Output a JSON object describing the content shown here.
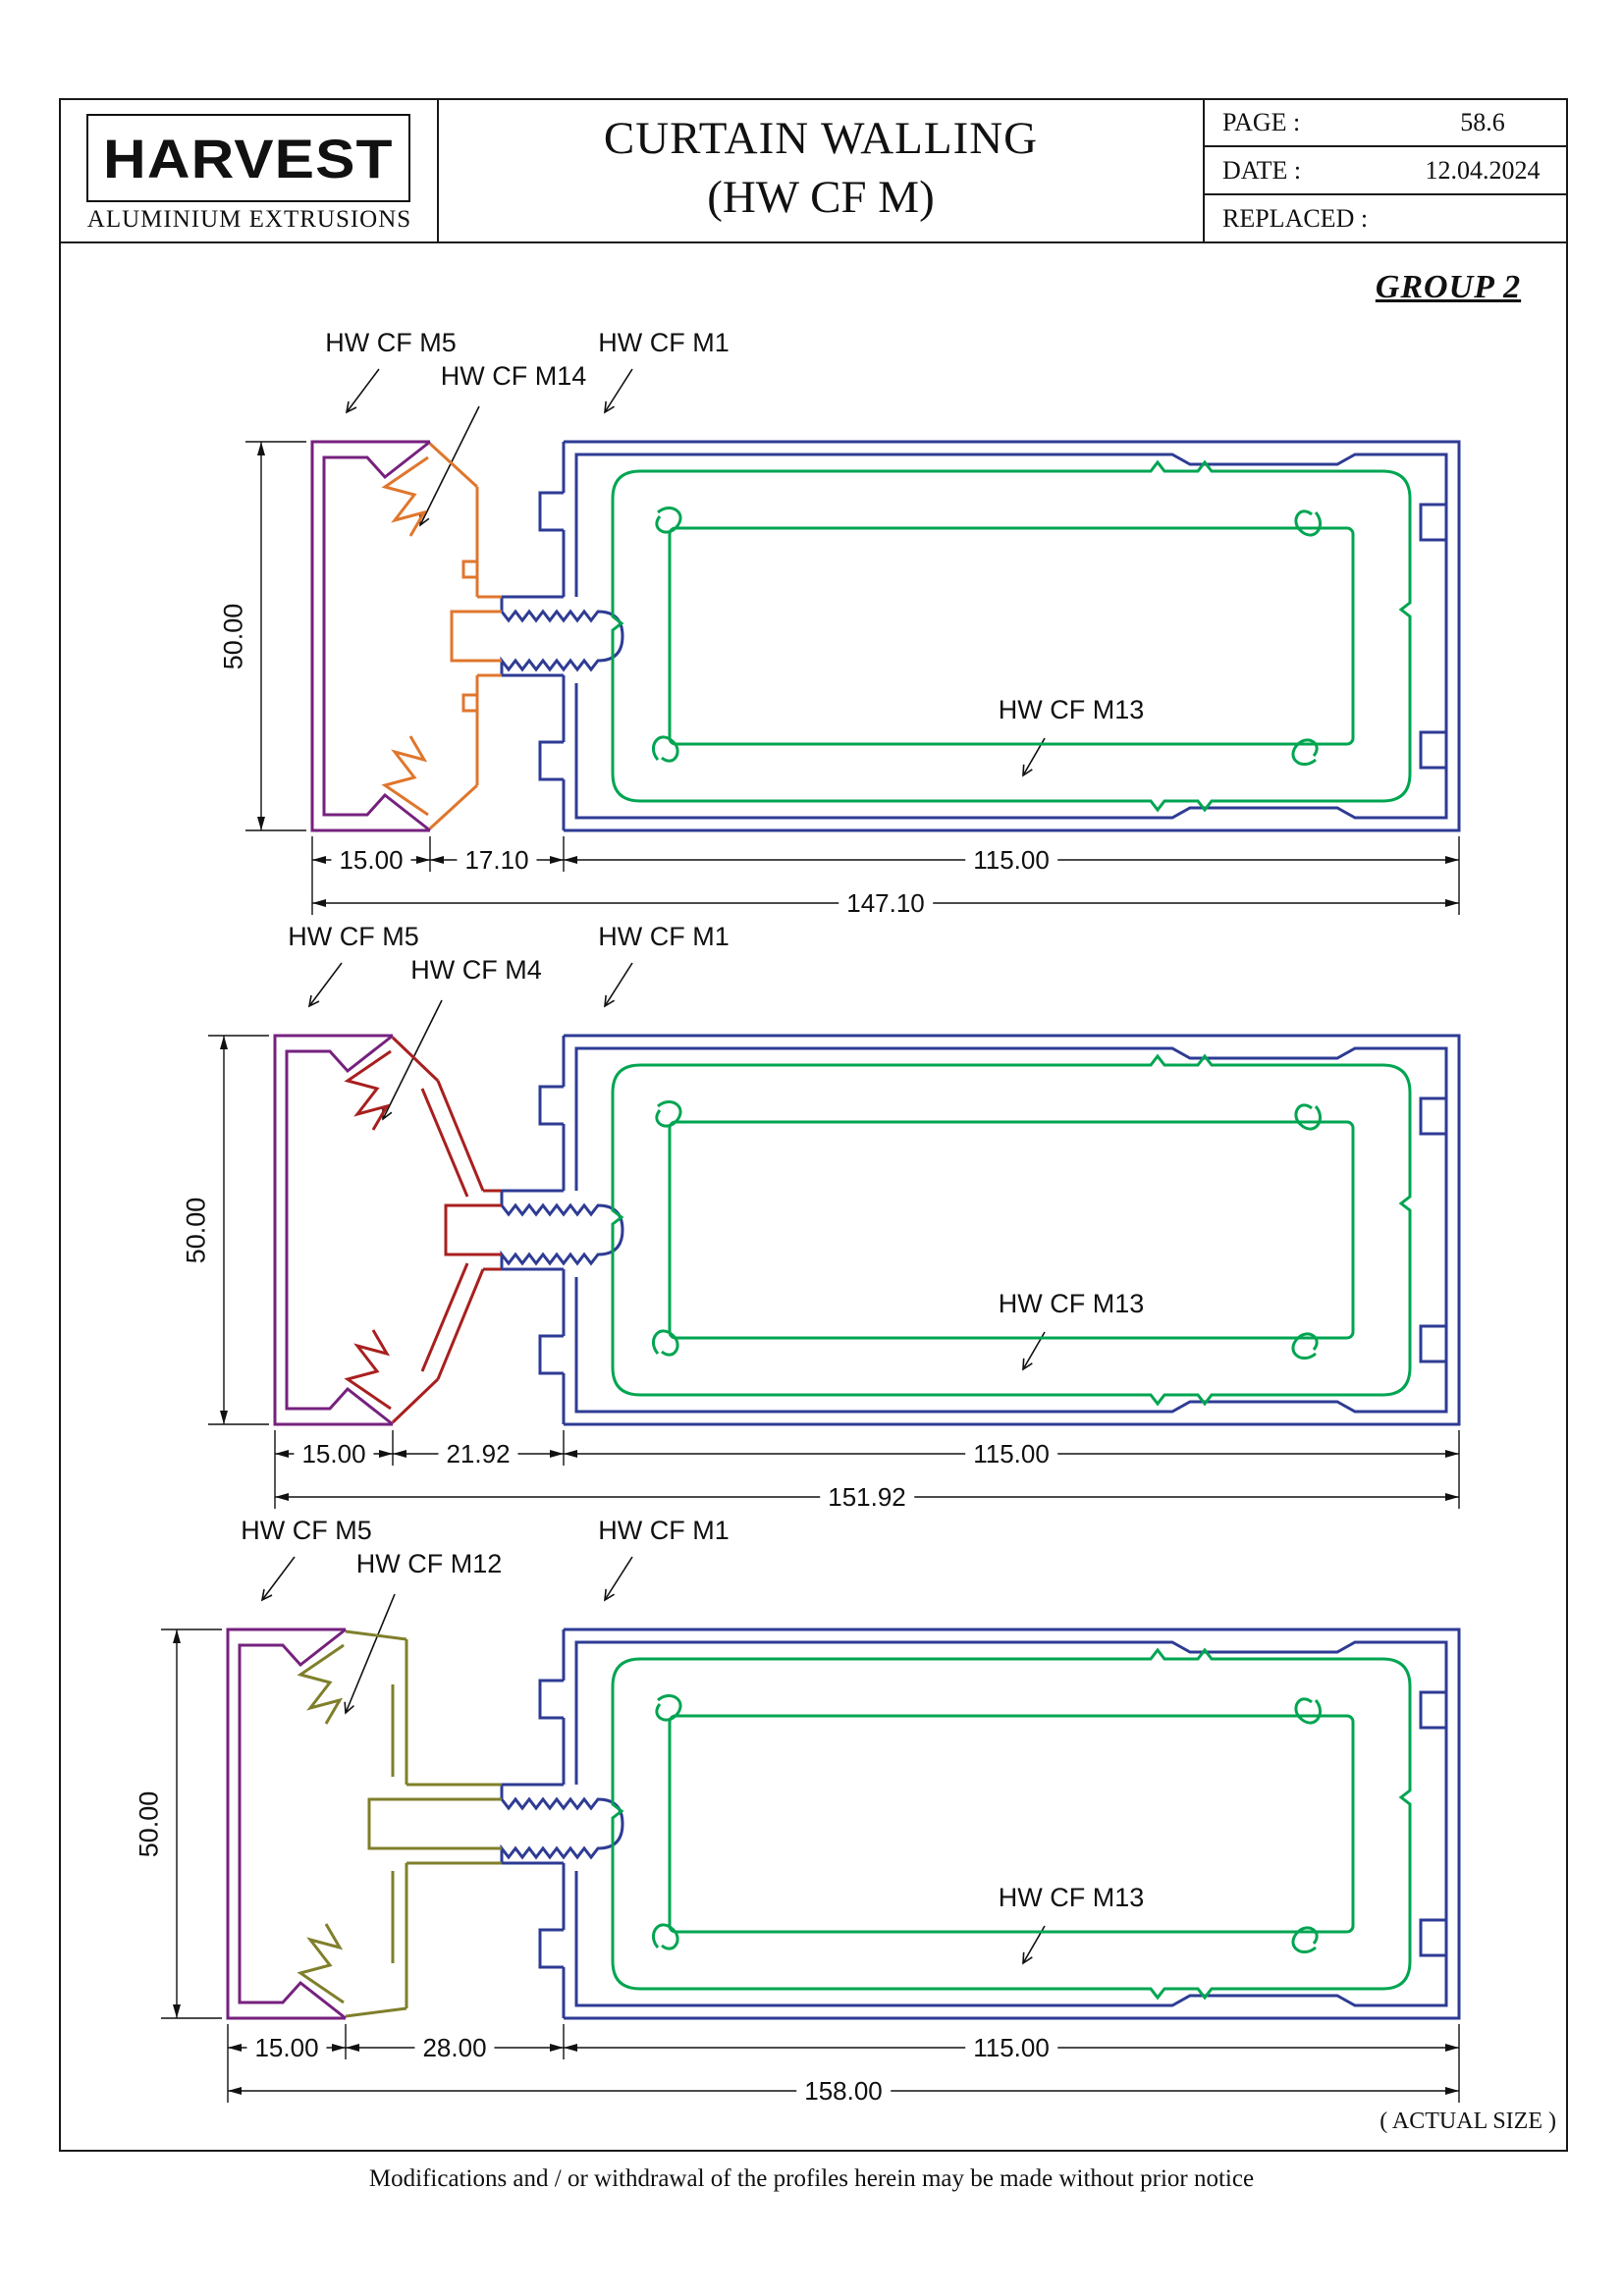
{
  "header": {
    "logo": {
      "brand": "HARVEST",
      "subtitle": "ALUMINIUM EXTRUSIONS"
    },
    "title_line1": "CURTAIN WALLING",
    "title_line2": "(HW CF M)",
    "info": {
      "page_label": "PAGE :",
      "page_value": "58.6",
      "date_label": "DATE :",
      "date_value": "12.04.2024",
      "replaced_label": "REPLACED :",
      "replaced_value": ""
    }
  },
  "group_label": "GROUP 2",
  "diagrams": [
    {
      "labels": {
        "m5": "HW CF M5",
        "mid": "HW CF M14",
        "m1": "HW CF M1",
        "m13": "HW CF M13"
      },
      "dims": {
        "height": "50.00",
        "seg1": "15.00",
        "seg2": "17.10",
        "seg3": "115.00",
        "total": "147.10"
      }
    },
    {
      "labels": {
        "m5": "HW CF M5",
        "mid": "HW CF M4",
        "m1": "HW CF M1",
        "m13": "HW CF M13"
      },
      "dims": {
        "height": "50.00",
        "seg1": "15.00",
        "seg2": "21.92",
        "seg3": "115.00",
        "total": "151.92"
      }
    },
    {
      "labels": {
        "m5": "HW CF M5",
        "mid": "HW CF M12",
        "m1": "HW CF M1",
        "m13": "HW CF M13"
      },
      "dims": {
        "height": "50.00",
        "seg1": "15.00",
        "seg2": "28.00",
        "seg3": "115.00",
        "total": "158.00"
      }
    }
  ],
  "colors": {
    "profile_m5": "#76217E",
    "profile_m14": "#E0762C",
    "profile_m4": "#A8201F",
    "profile_m12": "#7F7F2B",
    "profile_m1": "#2E3B94",
    "profile_m13": "#00A551",
    "line": "#111111"
  },
  "actual_size_note": "( ACTUAL SIZE )",
  "footer": "Modifications and / or withdrawal of the profiles herein may be made without prior notice"
}
